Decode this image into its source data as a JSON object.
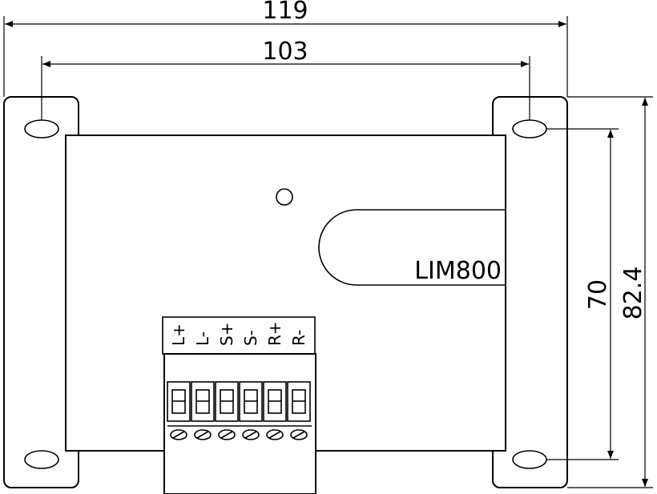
{
  "dimensions": {
    "overall_width": "119",
    "hole_spacing": "103",
    "hole_vertical_spacing": "70",
    "overall_height": "82.4"
  },
  "device": {
    "model": "LIM800"
  },
  "terminals": [
    "L+",
    "L-",
    "S+",
    "S-",
    "R+",
    "R-"
  ]
}
